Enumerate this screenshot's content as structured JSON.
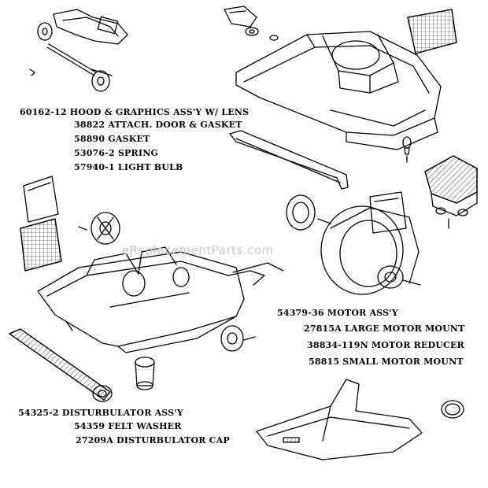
{
  "watermark": "eReplacementParts.com",
  "labels": {
    "hood": "60162-12 HOOD & GRAPHICS ASS'Y W/ LENS",
    "attach_door": "38822 ATTACH. DOOR & GASKET",
    "gasket": "58890 GASKET",
    "spring": "53076-2 SPRING",
    "light_bulb": "57940-1 LIGHT BULB",
    "motor_assy": "54379-36 MOTOR ASS'Y",
    "large_motor_mount": "27815A LARGE MOTOR MOUNT",
    "motor_reducer": "38834-119N MOTOR REDUCER",
    "small_motor_mount": "58815 SMALL MOTOR MOUNT",
    "disturbulator_assy": "54325-2 DISTURBULATOR ASS'Y",
    "felt_washer": "54359 FELT WASHER",
    "disturbulator_cap": "27209A DISTURBULATOR CAP"
  },
  "colors": {
    "line": "#000000",
    "hatch": "#555555",
    "background": "#ffffff"
  }
}
